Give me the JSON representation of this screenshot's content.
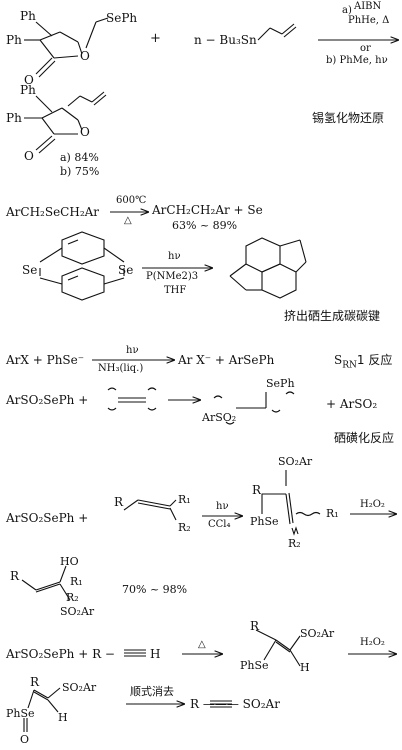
{
  "r1": {
    "reactant_sub_ph": "Ph",
    "reactant_sub_ph2": "Ph",
    "reactant_seph": "SePh",
    "reactant_o_ring": "O",
    "reactant_o_carbonyl": "O",
    "plus": "+",
    "reagent": "n − Bu₃Sn",
    "cond_a_label": "a)",
    "cond_a_reagent": "AIBN",
    "cond_a_solvent": "PhHe, Δ",
    "cond_or": "or",
    "cond_b": "b) PhMe, hν",
    "product_ph": "Ph",
    "product_ph2": "Ph",
    "product_o_ring": "O",
    "product_o_carbonyl": "O",
    "yield_a": "a) 84%",
    "yield_b": "b) 75%",
    "caption": "锡氢化物还原"
  },
  "r2": {
    "reactant": "ArCH₂SeCH₂Ar",
    "cond_top": "600℃",
    "cond_bottom": "△",
    "product": "ArCH₂CH₂Ar + Se",
    "yield": "63% ~ 89%"
  },
  "r3": {
    "se_left": "Se",
    "se_right": "Se",
    "cond_1": "hν",
    "cond_2": "P(NMe2)3",
    "cond_3": "THF",
    "caption": "挤出硒生成碳碳键"
  },
  "r4": {
    "lhs": "ArX + PhSe⁻",
    "cond_top": "hν",
    "cond_bottom": "NH₃(liq.)",
    "product": "Ar X⁻ + ArSePh",
    "label": "S",
    "label_sub": "RN",
    "label_tail": "1 反应"
  },
  "r5": {
    "reactant": "ArSO₂SePh +",
    "product_seph": "SePh",
    "product_aso2": "ArSO₂",
    "byproduct": "+ ArSO₂",
    "caption": "硒磺化反应"
  },
  "r6": {
    "reactant": "ArSO₂SePh   +",
    "r_label": "R",
    "r1_label": "R₁",
    "r2_label": "R₂",
    "cond_top": "hν",
    "cond_bottom": "CCl₄",
    "p_so2ar": "SO₂Ar",
    "p_r": "R",
    "p_r1": "R₁",
    "p_r2": "R₂",
    "p_phse": "PhSe",
    "oxidant": "H₂O₂",
    "q_ho": "HO",
    "q_r": "R",
    "q_r1": "R₁",
    "q_r2": "R₂",
    "q_so2ar": "SO₂Ar",
    "yield": "70% ~ 98%"
  },
  "r7": {
    "lhs": "ArSO₂SePh + R −",
    "h": "H",
    "cond": "△",
    "p_r": "R",
    "p_so2ar": "SO₂Ar",
    "p_phse": "PhSe",
    "p_h": "H",
    "oxidant": "H₂O₂"
  },
  "r8": {
    "s_r": "R",
    "s_so2ar": "SO₂Ar",
    "s_phse": "PhSe",
    "s_h": "H",
    "s_o": "O",
    "cond": "顺式消去",
    "product": "R ——— SO₂Ar"
  }
}
